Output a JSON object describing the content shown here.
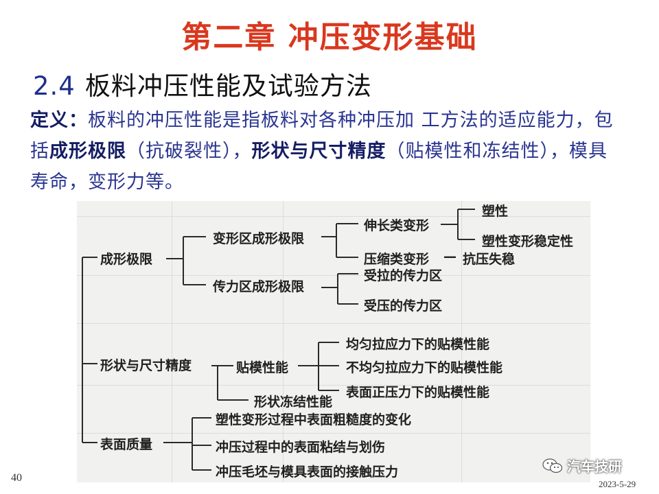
{
  "slide": {
    "title": "第二章  冲压变形基础",
    "section_number": "2.4",
    "section_title": "板料冲压性能及试验方法",
    "definition": {
      "label": "定义：",
      "part1": "板料的冲压性能是指板料对各种冲压加 工方法的适应能力，包括",
      "term1": "成形极限",
      "part2": "（抗破裂性），",
      "term2": "形状与尺寸精度",
      "part3": "（贴模性和冻结性），模具寿命，变形力等。"
    },
    "page_number": "40",
    "date": "2023-5-29",
    "watermark": "汽车技研"
  },
  "diagram": {
    "level1": [
      "成形极限",
      "形状与尺寸精度",
      "表面质量"
    ],
    "forming_limit": {
      "children": [
        "变形区成形极限",
        "传力区成形极限"
      ],
      "deform_zone": [
        "伸长类变形",
        "压缩类变形"
      ],
      "elongation": [
        "塑性",
        "塑性变形稳定性"
      ],
      "compression": "抗压失稳",
      "transfer_zone": [
        "受拉的传力区",
        "受压的传力区"
      ]
    },
    "shape_precision": {
      "children": [
        "贴模性能",
        "形状冻结性能"
      ],
      "conformity": [
        "均匀拉应力下的贴模性能",
        "不均匀拉应力下的贴模性能",
        "表面正压力下的贴模性能"
      ]
    },
    "surface_quality": [
      "塑性变形过程中表面粗糙度的变化",
      "冲压过程中的表面粘结与划伤",
      "冲压毛坯与模具表面的接触压力"
    ],
    "connector": "—"
  }
}
